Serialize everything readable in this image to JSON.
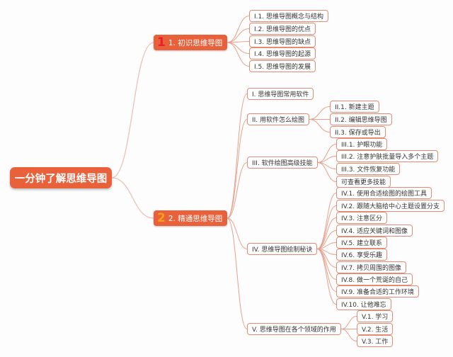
{
  "root": {
    "label": "一分钟了解思维导图"
  },
  "branches": [
    {
      "label": "1. 初识思维导图",
      "badge": "1",
      "badge_color": "#e8202a",
      "children": [
        {
          "label": "I.1. 思维导图概念与结构"
        },
        {
          "label": "I.2. 思维导图的优点"
        },
        {
          "label": "I.3. 思维导图的缺点"
        },
        {
          "label": "I.4. 思维导图的起源"
        },
        {
          "label": "I.5. 思维导图的发展"
        }
      ]
    },
    {
      "label": "2. 精通思维导图",
      "badge": "2",
      "badge_color": "#f7a11a",
      "children": [
        {
          "label": "I. 思维导图常用软件",
          "children": []
        },
        {
          "label": "II. 用软件怎么绘图",
          "children": [
            {
              "label": "II.1. 新建主题"
            },
            {
              "label": "II.2. 编辑思维导图"
            },
            {
              "label": "II.3. 保存或导出"
            }
          ]
        },
        {
          "label": "III. 软件绘图高级技能",
          "children": [
            {
              "label": "III.1. 护眼功能"
            },
            {
              "label": "III.2. 注意护肤批量导入多个主题"
            },
            {
              "label": "III.3. 文件恢复功能"
            },
            {
              "label": "可查看更多技能"
            }
          ]
        },
        {
          "label": "IV. 思维导图绘制秘诀",
          "children": [
            {
              "label": "IV.1. 使用合适绘图的绘图工具"
            },
            {
              "label": "IV.2. 跟随大脑给中心主题设置分支"
            },
            {
              "label": "IV.3. 注意区分"
            },
            {
              "label": "IV.4. 适应关键词和图像"
            },
            {
              "label": "IV.5. 建立联系"
            },
            {
              "label": "IV.6. 享受乐趣"
            },
            {
              "label": "IV.7. 拷贝周围的图像"
            },
            {
              "label": "IV.8. 做一个荒诞的自己"
            },
            {
              "label": "IV.9. 准备合适的工作环境"
            },
            {
              "label": "IV.10. 让他难忘"
            }
          ]
        },
        {
          "label": "V. 思维导图在各个领域的作用",
          "children": [
            {
              "label": "V.1. 学习"
            },
            {
              "label": "V.2. 生活"
            },
            {
              "label": "V.3. 工作"
            }
          ]
        }
      ]
    }
  ],
  "colors": {
    "root_fill": "#e8613a",
    "node_border": "#e58a73",
    "connector": "#e8a18c",
    "root_connector": "#e9c3b5"
  }
}
